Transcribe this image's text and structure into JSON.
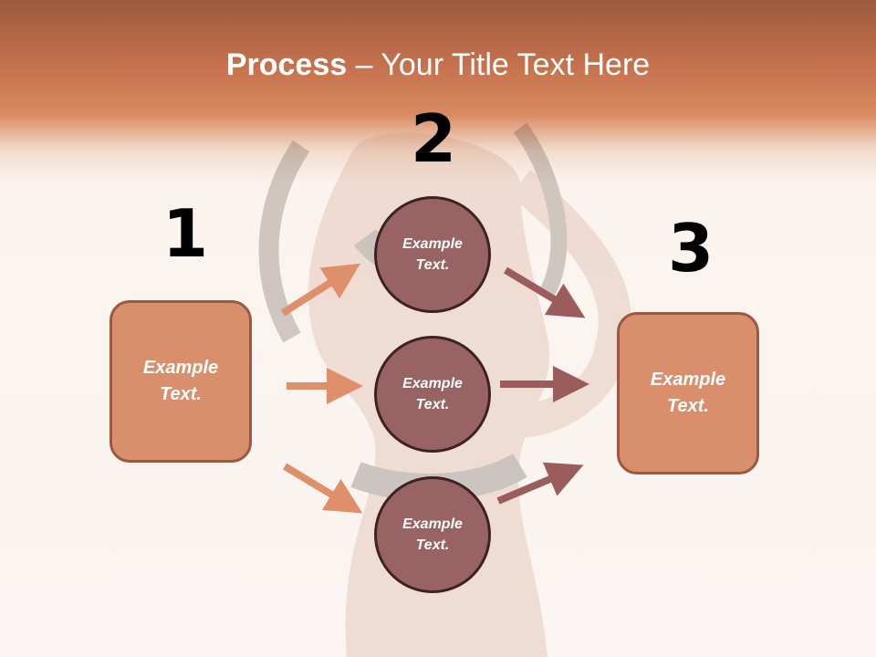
{
  "slide": {
    "title_bold": "Process",
    "title_rest": " – Your Title Text Here"
  },
  "steps": {
    "one": {
      "number": "1",
      "text": "Example Text."
    },
    "two": {
      "number": "2",
      "items": [
        "Example Text.",
        "Example Text.",
        "Example Text."
      ]
    },
    "three": {
      "number": "3",
      "text": "Example Text."
    }
  },
  "colors": {
    "box_fill": "#d98f6b",
    "box_border": "#9b5a3f",
    "circle_fill": "#9a6363",
    "circle_border": "#3d2222",
    "left_arrow": "#df8f69",
    "right_arrow": "#9b5c5c"
  }
}
